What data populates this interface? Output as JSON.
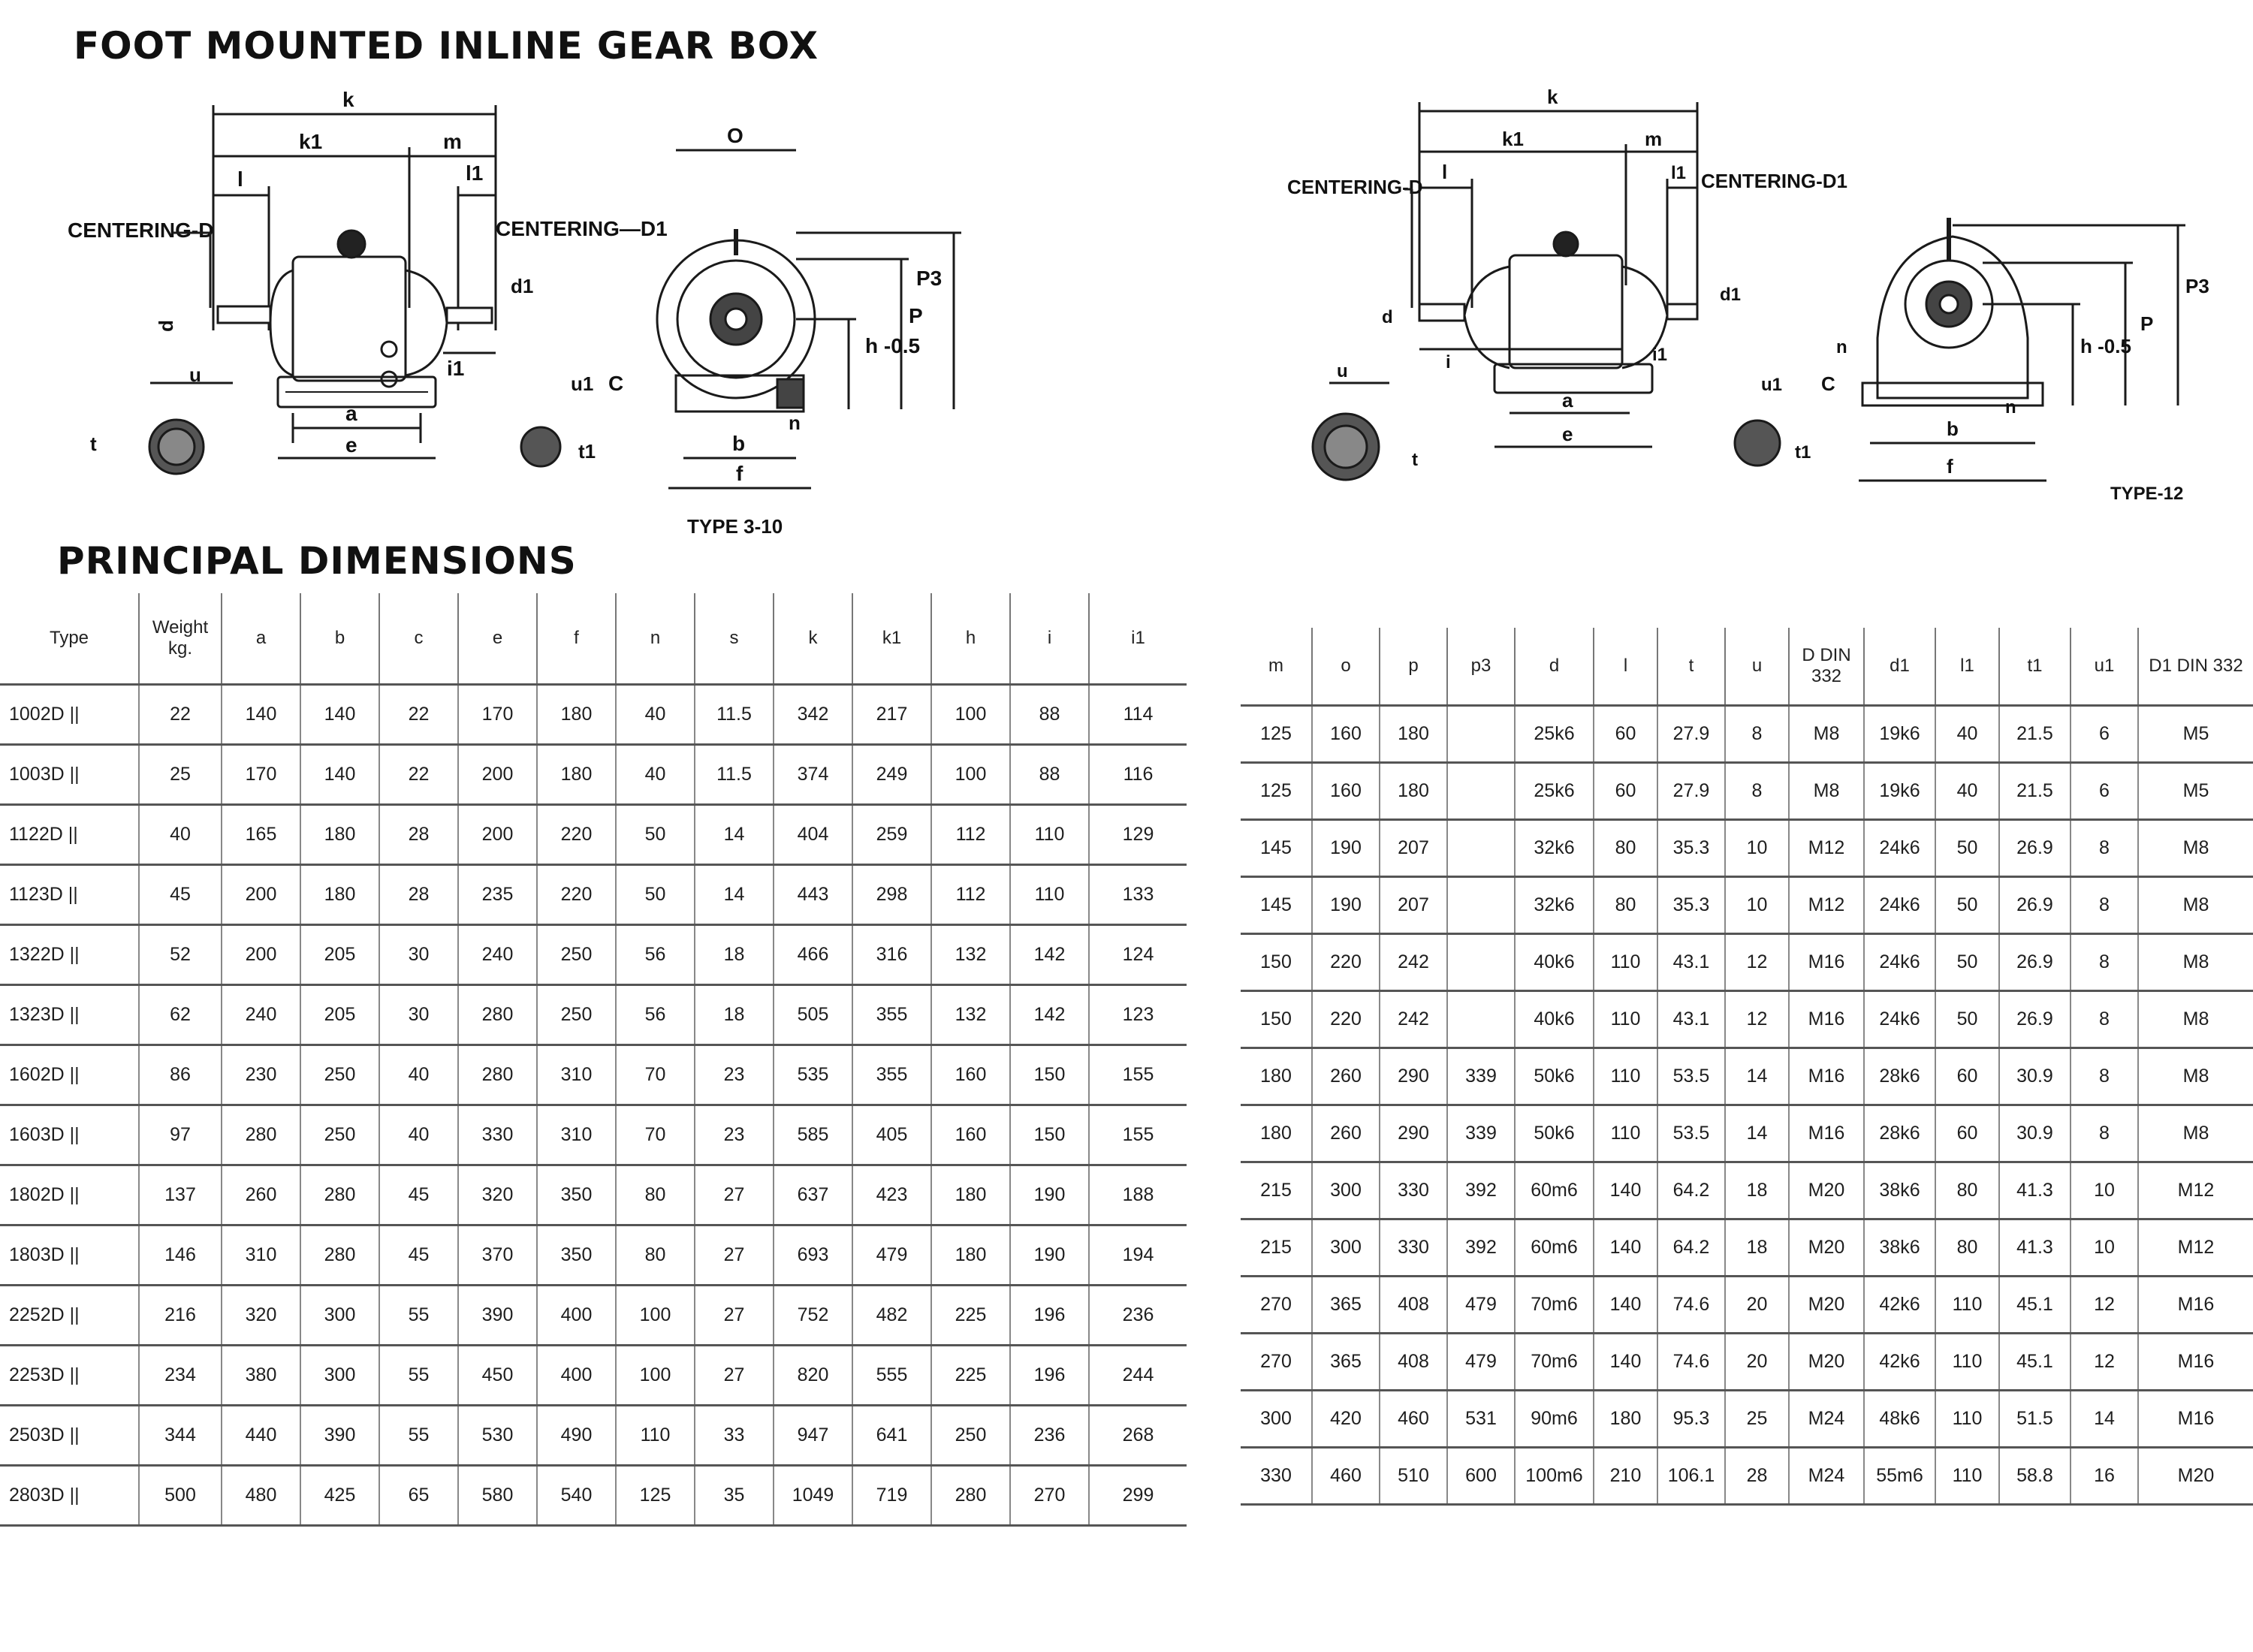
{
  "heading": "FOOT MOUNTED INLINE GEAR BOX",
  "subheading": "PRINCIPAL DIMENSIONS",
  "drawing_left": {
    "labels": {
      "k": "k",
      "k1": "k1",
      "m": "m",
      "l": "l",
      "l1": "l1",
      "centering_d": "CENTERING-D",
      "centering_d1": "CENTERING—D1",
      "d": "d",
      "d1": "d1",
      "i1": "i1",
      "u": "u",
      "t": "t",
      "a": "a",
      "e": "e",
      "u1": "u1",
      "t1": "t1",
      "o": "O",
      "c": "C",
      "b": "b",
      "f": "f",
      "n": "n",
      "h": "h -0.5",
      "p": "P",
      "p3": "P3"
    },
    "caption": "TYPE 3-10"
  },
  "drawing_right": {
    "labels": {
      "k": "k",
      "k1": "k1",
      "m": "m",
      "l": "l",
      "l1": "l1",
      "centering_d": "CENTERING-D",
      "centering_d1": "CENTERING-D1",
      "d": "d",
      "d1": "d1",
      "i": "i",
      "i1": "i1",
      "u": "u",
      "t": "t",
      "a": "a",
      "e": "e",
      "u1": "u1",
      "t1": "t1",
      "c": "C",
      "b": "b",
      "f": "f",
      "n": "n",
      "n2": "n",
      "h": "h -0.5",
      "p": "P",
      "p3": "P3"
    },
    "caption": "TYPE-12"
  },
  "table_left": {
    "headers": [
      "Type",
      "Weight kg.",
      "a",
      "b",
      "c",
      "e",
      "f",
      "n",
      "s",
      "k",
      "k1",
      "h",
      "i",
      "i1"
    ],
    "rows": [
      [
        "1002D ||",
        "22",
        "140",
        "140",
        "22",
        "170",
        "180",
        "40",
        "11.5",
        "342",
        "217",
        "100",
        "88",
        "114"
      ],
      [
        "1003D ||",
        "25",
        "170",
        "140",
        "22",
        "200",
        "180",
        "40",
        "11.5",
        "374",
        "249",
        "100",
        "88",
        "116"
      ],
      [
        "1122D ||",
        "40",
        "165",
        "180",
        "28",
        "200",
        "220",
        "50",
        "14",
        "404",
        "259",
        "112",
        "110",
        "129"
      ],
      [
        "1123D ||",
        "45",
        "200",
        "180",
        "28",
        "235",
        "220",
        "50",
        "14",
        "443",
        "298",
        "112",
        "110",
        "133"
      ],
      [
        "1322D ||",
        "52",
        "200",
        "205",
        "30",
        "240",
        "250",
        "56",
        "18",
        "466",
        "316",
        "132",
        "142",
        "124"
      ],
      [
        "1323D ||",
        "62",
        "240",
        "205",
        "30",
        "280",
        "250",
        "56",
        "18",
        "505",
        "355",
        "132",
        "142",
        "123"
      ],
      [
        "1602D ||",
        "86",
        "230",
        "250",
        "40",
        "280",
        "310",
        "70",
        "23",
        "535",
        "355",
        "160",
        "150",
        "155"
      ],
      [
        "1603D ||",
        "97",
        "280",
        "250",
        "40",
        "330",
        "310",
        "70",
        "23",
        "585",
        "405",
        "160",
        "150",
        "155"
      ],
      [
        "1802D ||",
        "137",
        "260",
        "280",
        "45",
        "320",
        "350",
        "80",
        "27",
        "637",
        "423",
        "180",
        "190",
        "188"
      ],
      [
        "1803D ||",
        "146",
        "310",
        "280",
        "45",
        "370",
        "350",
        "80",
        "27",
        "693",
        "479",
        "180",
        "190",
        "194"
      ],
      [
        "2252D ||",
        "216",
        "320",
        "300",
        "55",
        "390",
        "400",
        "100",
        "27",
        "752",
        "482",
        "225",
        "196",
        "236"
      ],
      [
        "2253D ||",
        "234",
        "380",
        "300",
        "55",
        "450",
        "400",
        "100",
        "27",
        "820",
        "555",
        "225",
        "196",
        "244"
      ],
      [
        "2503D ||",
        "344",
        "440",
        "390",
        "55",
        "530",
        "490",
        "110",
        "33",
        "947",
        "641",
        "250",
        "236",
        "268"
      ],
      [
        "2803D ||",
        "500",
        "480",
        "425",
        "65",
        "580",
        "540",
        "125",
        "35",
        "1049",
        "719",
        "280",
        "270",
        "299"
      ]
    ]
  },
  "table_right": {
    "headers": [
      "m",
      "o",
      "p",
      "p3",
      "d",
      "l",
      "t",
      "u",
      "D DIN 332",
      "d1",
      "l1",
      "t1",
      "u1",
      "D1 DIN 332"
    ],
    "rows": [
      [
        "125",
        "160",
        "180",
        "",
        "25k6",
        "60",
        "27.9",
        "8",
        "M8",
        "19k6",
        "40",
        "21.5",
        "6",
        "M5"
      ],
      [
        "125",
        "160",
        "180",
        "",
        "25k6",
        "60",
        "27.9",
        "8",
        "M8",
        "19k6",
        "40",
        "21.5",
        "6",
        "M5"
      ],
      [
        "145",
        "190",
        "207",
        "",
        "32k6",
        "80",
        "35.3",
        "10",
        "M12",
        "24k6",
        "50",
        "26.9",
        "8",
        "M8"
      ],
      [
        "145",
        "190",
        "207",
        "",
        "32k6",
        "80",
        "35.3",
        "10",
        "M12",
        "24k6",
        "50",
        "26.9",
        "8",
        "M8"
      ],
      [
        "150",
        "220",
        "242",
        "",
        "40k6",
        "110",
        "43.1",
        "12",
        "M16",
        "24k6",
        "50",
        "26.9",
        "8",
        "M8"
      ],
      [
        "150",
        "220",
        "242",
        "",
        "40k6",
        "110",
        "43.1",
        "12",
        "M16",
        "24k6",
        "50",
        "26.9",
        "8",
        "M8"
      ],
      [
        "180",
        "260",
        "290",
        "339",
        "50k6",
        "110",
        "53.5",
        "14",
        "M16",
        "28k6",
        "60",
        "30.9",
        "8",
        "M8"
      ],
      [
        "180",
        "260",
        "290",
        "339",
        "50k6",
        "110",
        "53.5",
        "14",
        "M16",
        "28k6",
        "60",
        "30.9",
        "8",
        "M8"
      ],
      [
        "215",
        "300",
        "330",
        "392",
        "60m6",
        "140",
        "64.2",
        "18",
        "M20",
        "38k6",
        "80",
        "41.3",
        "10",
        "M12"
      ],
      [
        "215",
        "300",
        "330",
        "392",
        "60m6",
        "140",
        "64.2",
        "18",
        "M20",
        "38k6",
        "80",
        "41.3",
        "10",
        "M12"
      ],
      [
        "270",
        "365",
        "408",
        "479",
        "70m6",
        "140",
        "74.6",
        "20",
        "M20",
        "42k6",
        "110",
        "45.1",
        "12",
        "M16"
      ],
      [
        "270",
        "365",
        "408",
        "479",
        "70m6",
        "140",
        "74.6",
        "20",
        "M20",
        "42k6",
        "110",
        "45.1",
        "12",
        "M16"
      ],
      [
        "300",
        "420",
        "460",
        "531",
        "90m6",
        "180",
        "95.3",
        "25",
        "M24",
        "48k6",
        "110",
        "51.5",
        "14",
        "M16"
      ],
      [
        "330",
        "460",
        "510",
        "600",
        "100m6",
        "210",
        "106.1",
        "28",
        "M24",
        "55m6",
        "110",
        "58.8",
        "16",
        "M20"
      ]
    ]
  }
}
